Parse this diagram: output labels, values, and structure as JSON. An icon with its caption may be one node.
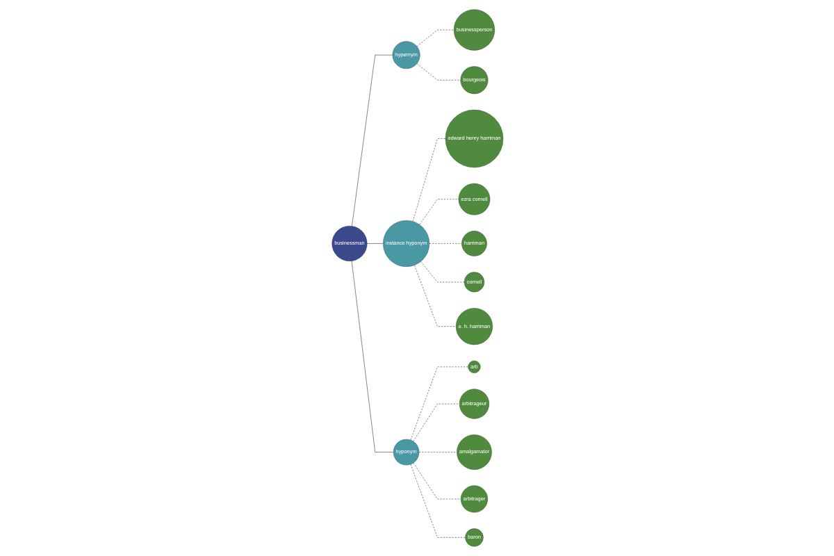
{
  "diagram": {
    "nodes": [
      {
        "text": [
          "businessman"
        ]
      },
      {
        "text": [
          "hypernym"
        ]
      },
      {
        "text": [
          "businessperson"
        ]
      },
      {
        "text": [
          "bourgeois"
        ]
      },
      {
        "text": [
          "instance hyponym"
        ]
      },
      {
        "text": [
          "edward henry harriman"
        ]
      },
      {
        "text": [
          "ezra cornell"
        ]
      },
      {
        "text": [
          "harriman"
        ]
      },
      {
        "text": [
          "cornell"
        ]
      },
      {
        "text": [
          "e. h. harriman"
        ]
      },
      {
        "text": [
          "hyponym"
        ]
      },
      {
        "text": [
          "arb"
        ]
      },
      {
        "text": [
          "arbitrageur"
        ]
      },
      {
        "text": [
          "amalgamator"
        ]
      },
      {
        "text": [
          "arbitrager"
        ]
      },
      {
        "text": [
          "baron"
        ]
      }
    ],
    "edges": [
      {
        "from": 0,
        "to": 1,
        "arrow": "none"
      },
      {
        "from": 0,
        "to": 4,
        "arrow": "none"
      },
      {
        "from": 0,
        "to": 10,
        "arrow": "none"
      },
      {
        "from": 1,
        "to": 2,
        "arrow": "none",
        "style": "dashed"
      },
      {
        "from": 1,
        "to": 3,
        "arrow": "none",
        "style": "dashed"
      },
      {
        "from": 4,
        "to": 5,
        "arrow": "none",
        "style": "dashed"
      },
      {
        "from": 4,
        "to": 6,
        "arrow": "none",
        "style": "dashed"
      },
      {
        "from": 4,
        "to": 7,
        "arrow": "none",
        "style": "dashed"
      },
      {
        "from": 4,
        "to": 8,
        "arrow": "none",
        "style": "dashed"
      },
      {
        "from": 4,
        "to": 9,
        "arrow": "none",
        "style": "dashed"
      },
      {
        "from": 10,
        "to": 11,
        "arrow": "none",
        "style": "dashed"
      },
      {
        "from": 10,
        "to": 12,
        "arrow": "none",
        "style": "dashed"
      },
      {
        "from": 10,
        "to": 13,
        "arrow": "none",
        "style": "dashed"
      },
      {
        "from": 10,
        "to": 14,
        "arrow": "none",
        "style": "dashed"
      },
      {
        "from": 10,
        "to": 15,
        "arrow": "none",
        "style": "dashed"
      }
    ]
  }
}
